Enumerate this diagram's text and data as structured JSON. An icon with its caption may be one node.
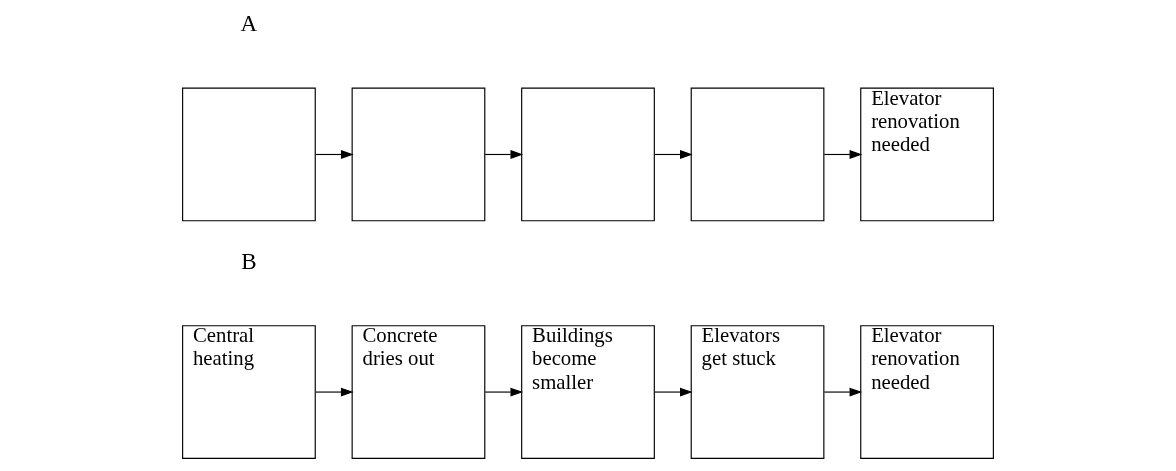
{
  "diagram": {
    "nodes": [
      {
        "text": [],
        "shape": "box"
      },
      {
        "text": [],
        "shape": "box"
      },
      {
        "text": [],
        "shape": "box"
      },
      {
        "text": [],
        "shape": "box"
      },
      {
        "text": [
          "Elevator renovation needed"
        ]
      },
      {
        "text": [
          "Central heating"
        ]
      },
      {
        "text": [
          "Concrete dries out"
        ]
      },
      {
        "text": [
          "Buildings become smaller"
        ]
      },
      {
        "text": [
          "Elevators get stuck"
        ]
      },
      {
        "text": [
          "Elevator renovation needed"
        ]
      }
    ],
    "edges": [
      {
        "from": 0,
        "to": 1,
        "arrow": "to"
      },
      {
        "from": 1,
        "to": 2,
        "arrow": "to"
      },
      {
        "from": 2,
        "to": 3,
        "arrow": "to"
      },
      {
        "from": 3,
        "to": 4,
        "arrow": "to"
      },
      {
        "from": 5,
        "to": 6,
        "arrow": "to"
      },
      {
        "from": 6,
        "to": 7,
        "arrow": "to"
      },
      {
        "from": 7,
        "to": 8,
        "arrow": "to"
      },
      {
        "from": 8,
        "to": 9,
        "arrow": "to"
      }
    ],
    "labels": [
      "A",
      "B"
    ]
  }
}
